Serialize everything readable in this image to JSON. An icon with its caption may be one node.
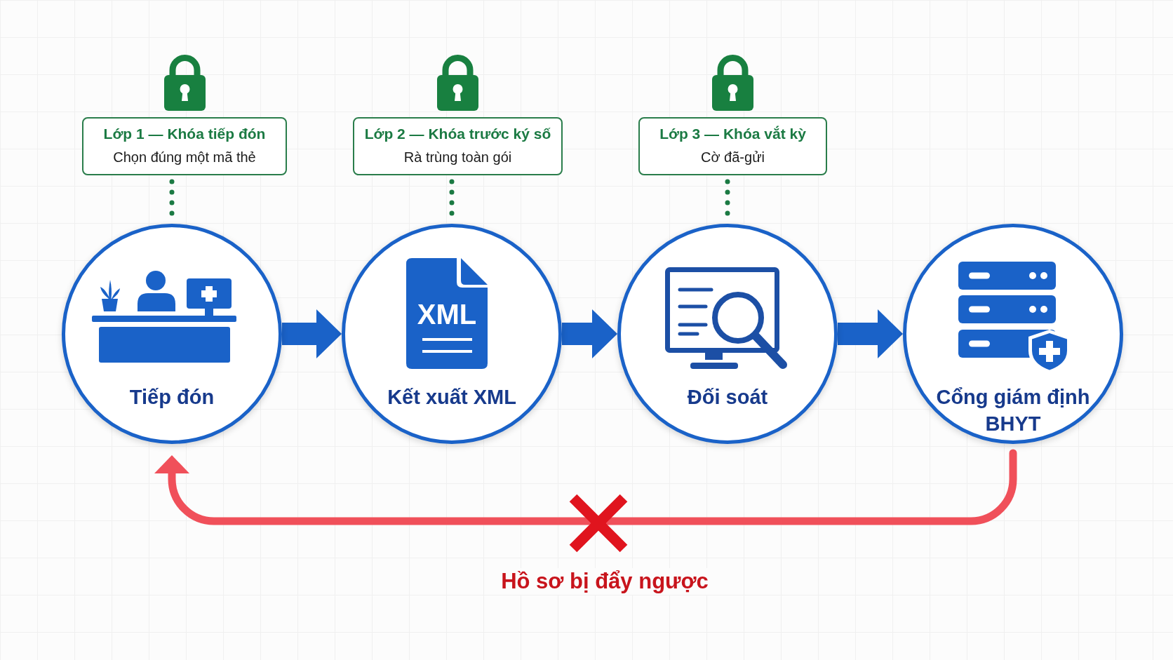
{
  "diagram": {
    "nodes": [
      {
        "text": [
          "Lớp 1 — Khóa tiếp đón",
          "Chọn đúng một mã thẻ"
        ]
      },
      {
        "text": [
          "Lớp 2 — Khóa trước ký số",
          "Rà trùng toàn gói"
        ]
      },
      {
        "text": [
          "Lớp 3 — Khóa vắt kỳ",
          "Cờ đã-gửi"
        ]
      },
      {
        "text": [
          "Tiếp đón"
        ]
      },
      {
        "text": [
          "XML",
          "Kết xuất XML"
        ]
      },
      {
        "text": [
          "Đối soát"
        ]
      },
      {
        "text": [
          "Cổng giám định BHYT"
        ]
      }
    ],
    "edges": [
      {
        "from": 0,
        "to": 3,
        "arrow": "none",
        "style": "dashed",
        "color": "#1b7a43"
      },
      {
        "from": 1,
        "to": 4,
        "arrow": "none",
        "style": "dashed",
        "color": "#1b7a43"
      },
      {
        "from": 2,
        "to": 5,
        "arrow": "none",
        "style": "dashed",
        "color": "#1b7a43"
      },
      {
        "from": 3,
        "to": 4,
        "arrow": "to",
        "style": "thick",
        "color": "#1a62c8"
      },
      {
        "from": 4,
        "to": 5,
        "arrow": "to",
        "style": "thick",
        "color": "#1a62c8"
      },
      {
        "from": 5,
        "to": 6,
        "arrow": "to",
        "style": "thick",
        "color": "#1a62c8"
      },
      {
        "from": 6,
        "to": 3,
        "arrow": "to",
        "label": "Hồ sơ bị đẩy ngược",
        "color": "#f0505a"
      }
    ]
  }
}
